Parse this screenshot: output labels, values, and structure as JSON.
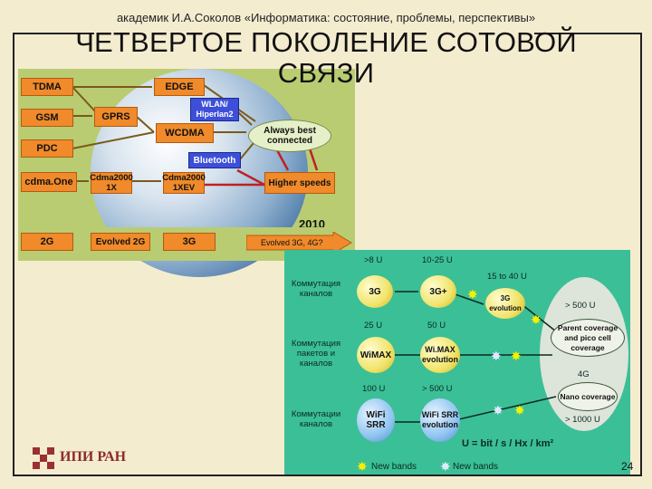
{
  "header": "академик И.А.Соколов «Информатика: состояние, проблемы, перспективы»",
  "title": "ЧЕТВЕРТОЕ ПОКОЛЕНИЕ СОТОВОЙ СВЯЗИ",
  "diagram1": {
    "boxes": [
      "TDMA",
      "GSM",
      "PDC",
      "cdma.One",
      "EDGE",
      "GPRS",
      "WCDMA",
      "Cdma2000 1X",
      "Cdma2000 1XEV"
    ],
    "blue_boxes": [
      "WLAN/ Hiperlan2",
      "Bluetooth"
    ],
    "bubble": "Always best connected",
    "higher_speeds": "Higher speeds",
    "year": "2010",
    "generations": [
      "2G",
      "Evolved 2G",
      "3G"
    ],
    "arrow_label": "Evolved 3G, 4G?"
  },
  "diagram2": {
    "rows": [
      "Коммутация каналов",
      "Коммутация пакетов и каналов",
      "Коммутации каналов"
    ],
    "values": [
      ">8 U",
      "10-25 U",
      "15 to 40 U",
      "> 500 U",
      "25 U",
      "50 U",
      "100 U",
      "> 500 U",
      "> 1000 U"
    ],
    "nodes": [
      "3G",
      "3G+",
      "3G evolution",
      "WiMAX",
      "Wi.MAX evolution",
      "WiFi SRR",
      "WiFi SRR evolution"
    ],
    "right_nodes": [
      "Parent coverage and pico cell coverage",
      "4G",
      "Nano coverage"
    ],
    "formula": "U = bit / s / Hx / km²",
    "legend": [
      "New bands",
      "New bands"
    ]
  },
  "logo": "ИПИ РАН",
  "page_number": "24",
  "colors": {
    "orange": "#f08a2a",
    "blue": "#3d4fd8",
    "green": "#3bbf96",
    "olive": "#b9cc72"
  }
}
